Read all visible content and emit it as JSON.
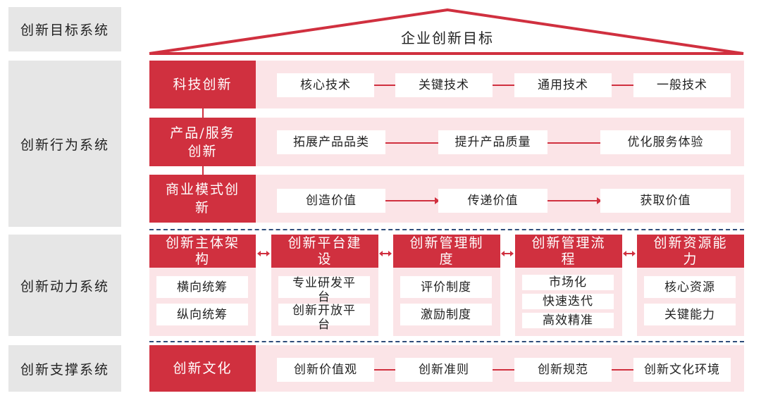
{
  "systems": {
    "goal": "创新目标系统",
    "behavior": "创新行为系统",
    "drive": "创新动力系统",
    "support": "创新支撑系统"
  },
  "roof": {
    "title": "企业创新目标"
  },
  "behavior": {
    "rows": [
      {
        "head": "科技创新",
        "items": [
          "核心技术",
          "关键技术",
          "通用技术",
          "一般技术"
        ]
      },
      {
        "head": "产品/服务创新",
        "items": [
          "拓展产品品类",
          "提升产品质量",
          "优化服务体验"
        ]
      },
      {
        "head": "商业模式创新",
        "items": [
          "创造价值",
          "传递价值",
          "获取价值"
        ]
      }
    ]
  },
  "drive": {
    "columns": [
      {
        "head": "创新主体架构",
        "items": [
          "横向统筹",
          "纵向统筹"
        ]
      },
      {
        "head": "创新平台建设",
        "items": [
          "专业研发平台",
          "创新开放平台"
        ]
      },
      {
        "head": "创新管理制度",
        "items": [
          "评价制度",
          "激励制度"
        ]
      },
      {
        "head": "创新管理流程",
        "items": [
          "市场化",
          "快速迭代",
          "高效精准"
        ]
      },
      {
        "head": "创新资源能力",
        "items": [
          "核心资源",
          "关键能力"
        ]
      }
    ]
  },
  "support": {
    "head": "创新文化",
    "items": [
      "创新价值观",
      "创新准则",
      "创新规范",
      "创新文化环境"
    ]
  },
  "colors": {
    "red": "#d0303f",
    "pink": "#fbe4e7",
    "gray": "#e6e6e6",
    "dash": "#2f4d7a"
  }
}
